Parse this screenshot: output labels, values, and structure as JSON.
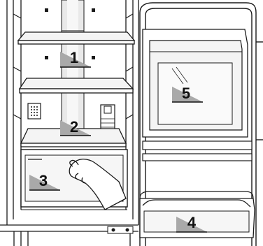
{
  "callouts": [
    {
      "id": "1",
      "text": "1"
    },
    {
      "id": "2",
      "text": "2"
    },
    {
      "id": "3",
      "text": "3"
    },
    {
      "id": "4",
      "text": "4"
    },
    {
      "id": "5",
      "text": "5"
    }
  ],
  "colors": {
    "line": "#1a1a1a",
    "background": "#ffffff",
    "glass": "#f4f4f4",
    "shade": "#cfcfcf",
    "label_shade": "#a9a9a9",
    "label_text": "#111111"
  }
}
